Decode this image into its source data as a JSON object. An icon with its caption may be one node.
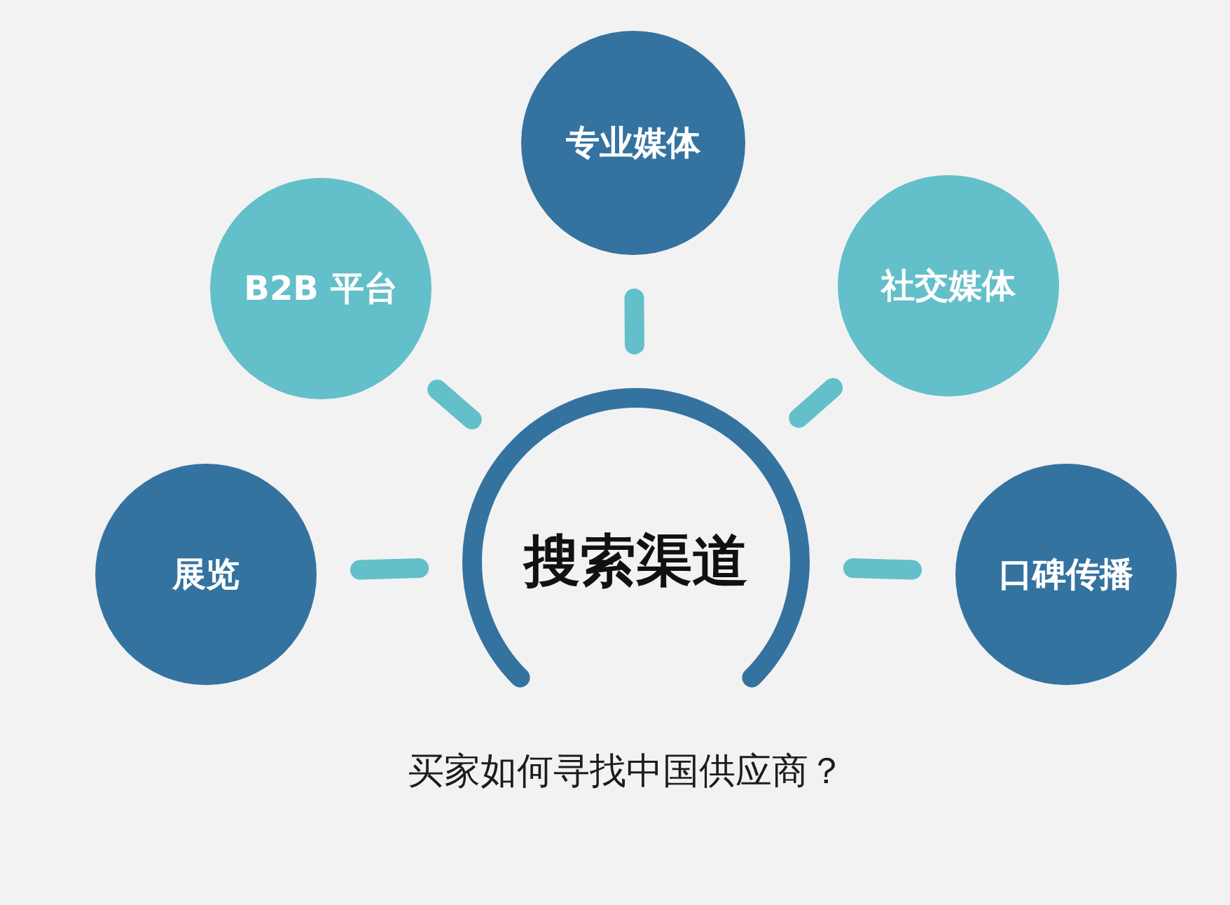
{
  "diagram": {
    "caption": "买家如何寻找中国供应商？",
    "nodes": [
      {
        "text": [
          "搜索渠道"
        ]
      },
      {
        "text": [
          "展览"
        ]
      },
      {
        "text": [
          "B2B 平台"
        ]
      },
      {
        "text": [
          "专业媒体"
        ]
      },
      {
        "text": [
          "社交媒体"
        ]
      },
      {
        "text": [
          "口碑传播"
        ]
      }
    ],
    "edges": [
      {
        "from": 0,
        "to": 1,
        "arrow": "none"
      },
      {
        "from": 0,
        "to": 2,
        "arrow": "none"
      },
      {
        "from": 0,
        "to": 3,
        "arrow": "none"
      },
      {
        "from": 0,
        "to": 4,
        "arrow": "none"
      },
      {
        "from": 0,
        "to": 5,
        "arrow": "none"
      }
    ]
  }
}
